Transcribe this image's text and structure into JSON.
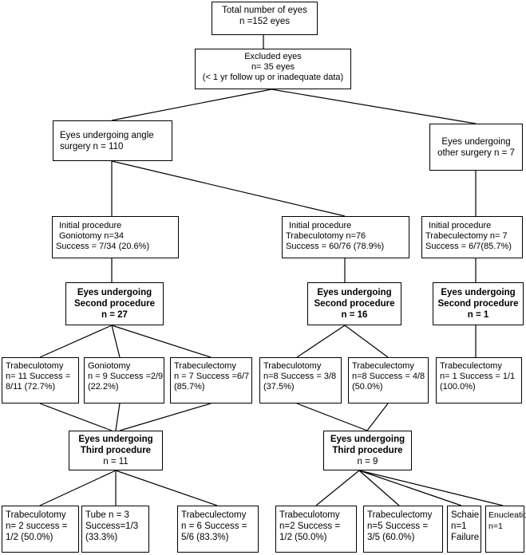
{
  "nodes": {
    "total": {
      "lines": [
        "Total number of eyes",
        "n =152 eyes"
      ]
    },
    "excluded": {
      "lines": [
        "Excluded eyes",
        "n= 35 eyes",
        "(< 1 yr follow up or inadequate data)"
      ]
    },
    "angle": {
      "lines": [
        "Eyes undergoing angle",
        "surgery n = 110"
      ]
    },
    "other": {
      "lines": [
        "Eyes undergoing",
        "other surgery n = 7"
      ]
    },
    "init_gonio": {
      "lines": [
        "Initial procedure",
        "Goniotomy n=34",
        "Success = 7/34 (20.6%)"
      ]
    },
    "init_trab": {
      "lines": [
        "Initial procedure",
        "Trabeculotomy  n=76",
        "Success  = 60/76 (78.9%)"
      ]
    },
    "init_trabec": {
      "lines": [
        "Initial procedure",
        "Trabeculectomy  n= 7",
        "Success  = 6/7(85.7%)"
      ]
    },
    "second_a": {
      "lines": [
        "Eyes undergoing",
        "Second procedure",
        "n = 27"
      ]
    },
    "second_b": {
      "lines": [
        "Eyes undergoing",
        "Second procedure",
        "n = 16"
      ]
    },
    "second_c": {
      "lines": [
        "Eyes undergoing",
        "Second procedure",
        "n = 1"
      ]
    },
    "s_a1": {
      "lines": [
        "Trabeculotomy",
        "n= 11 Success =",
        "8/11 (72.7%)"
      ]
    },
    "s_a2": {
      "lines": [
        "Goniotomy",
        "n = 9 Success =2/9",
        "(22.2%)"
      ]
    },
    "s_a3": {
      "lines": [
        "Trabeculectomy",
        "n = 7 Success =6/7",
        "(85.7%)"
      ]
    },
    "s_b1": {
      "lines": [
        "Trabeculotomy",
        "n=8 Success = 3/8",
        "(37.5%)"
      ]
    },
    "s_b2": {
      "lines": [
        "Trabeculectomy",
        "n=8 Success = 4/8",
        "(50.0%)"
      ]
    },
    "s_c1": {
      "lines": [
        "Trabeculectomy",
        "n= 1 Success = 1/1",
        "(100.0%)"
      ]
    },
    "third_a": {
      "lines": [
        "Eyes undergoing",
        "Third procedure",
        "n = 11"
      ]
    },
    "third_b": {
      "lines": [
        "Eyes undergoing",
        "Third procedure",
        "n = 9"
      ]
    },
    "t_a1": {
      "lines": [
        "Trabeculotomy",
        "n= 2 success =",
        "1/2 (50.0%)"
      ]
    },
    "t_a2": {
      "lines": [
        "Tube n = 3",
        "Success=1/3",
        "(33.3%)"
      ]
    },
    "t_a3": {
      "lines": [
        "Trabeculectomy",
        "n = 6 Success =",
        "5/6 (83.3%)"
      ]
    },
    "t_b1": {
      "lines": [
        "Trabeculotomy",
        "n=2 Success =",
        "1/2 (50.0%)"
      ]
    },
    "t_b2": {
      "lines": [
        "Trabeculectomy",
        "n=5 Success =",
        "3/5 (60.0%)"
      ]
    },
    "t_b3": {
      "lines": [
        "Schaie",
        "n=1",
        "Failure"
      ]
    },
    "t_b4": {
      "lines": [
        "Enucleation",
        "n=1"
      ]
    }
  }
}
